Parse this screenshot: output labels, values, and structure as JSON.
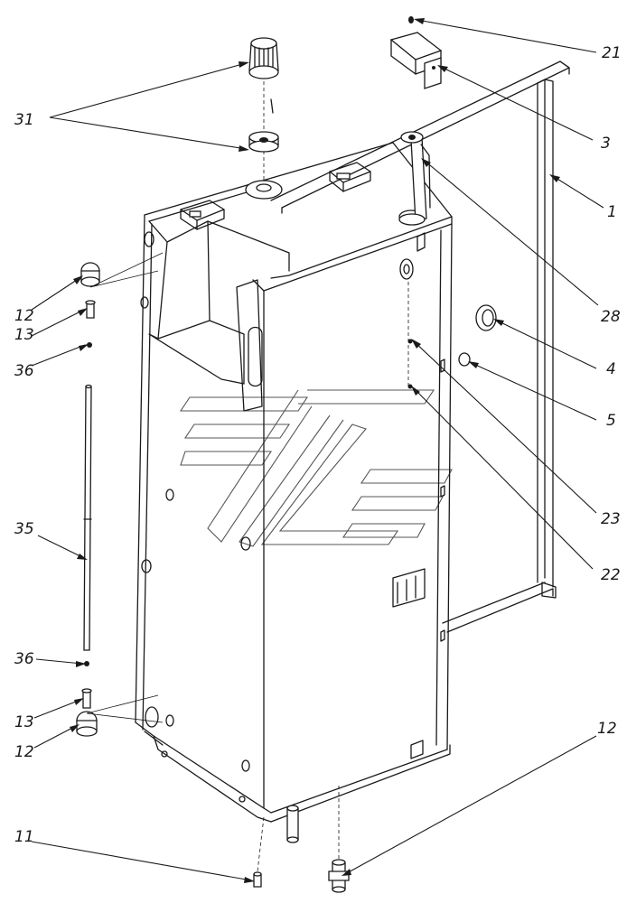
{
  "callouts": [
    {
      "id": "c21",
      "label": "21"
    },
    {
      "id": "c3",
      "label": "3"
    },
    {
      "id": "c1",
      "label": "1"
    },
    {
      "id": "c28",
      "label": "28"
    },
    {
      "id": "c4",
      "label": "4"
    },
    {
      "id": "c5",
      "label": "5"
    },
    {
      "id": "c23",
      "label": "23"
    },
    {
      "id": "c22",
      "label": "22"
    },
    {
      "id": "c12r",
      "label": "12"
    },
    {
      "id": "c31",
      "label": "31"
    },
    {
      "id": "c12a",
      "label": "12"
    },
    {
      "id": "c13a",
      "label": "13"
    },
    {
      "id": "c36a",
      "label": "36"
    },
    {
      "id": "c35",
      "label": "35"
    },
    {
      "id": "c36b",
      "label": "36"
    },
    {
      "id": "c13b",
      "label": "13"
    },
    {
      "id": "c12b",
      "label": "12"
    },
    {
      "id": "c11",
      "label": "11"
    }
  ]
}
